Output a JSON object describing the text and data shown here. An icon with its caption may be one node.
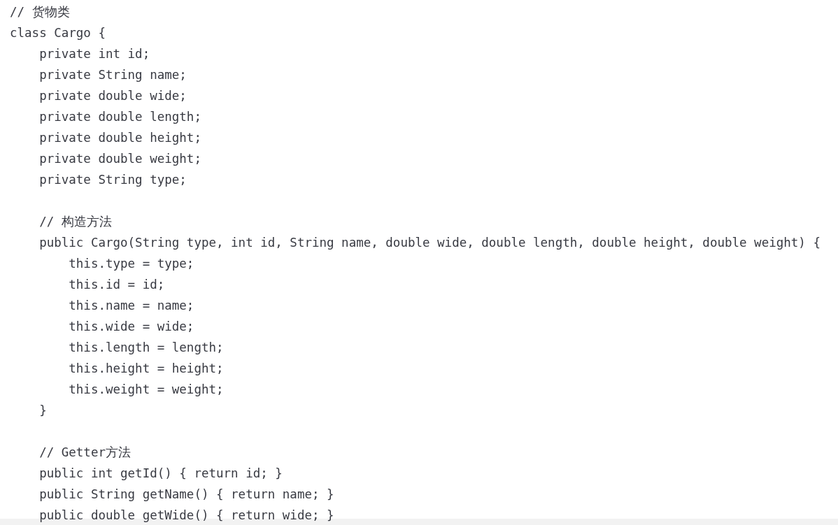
{
  "diagram": {
    "labels": [
      "// 货物类",
      "class Cargo {",
      "    private int id;",
      "    private String name;",
      "    private double wide;",
      "    private double length;",
      "    private double height;",
      "    private double weight;",
      "    private String type;",
      "    // 构造方法",
      "    public Cargo(String type, int id, String name, double wide, double length, double height, double weight) {",
      "        this.type = type;",
      "        this.id = id;",
      "        this.name = name;",
      "        this.wide = wide;",
      "        this.length = length;",
      "        this.height = height;",
      "        this.weight = weight;",
      "    }",
      "    // Getter方法",
      "    public int getId() { return id; }",
      "    public String getName() { return name; }",
      "    public double getWide() { return wide; }"
    ]
  }
}
